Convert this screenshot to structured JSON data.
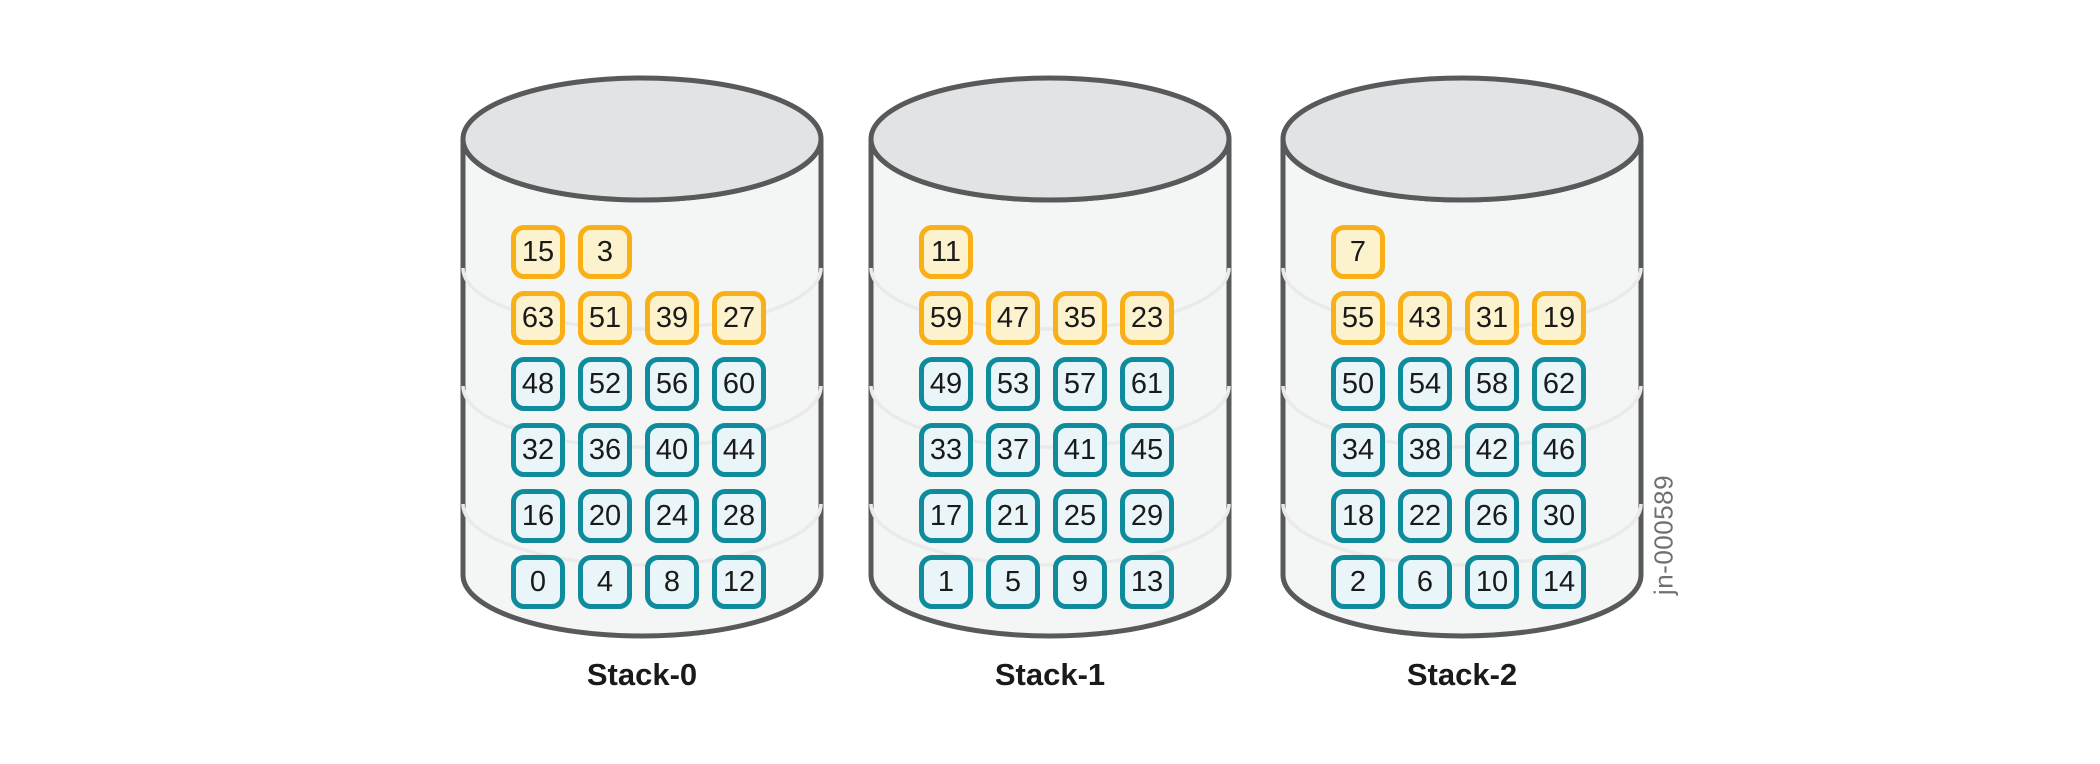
{
  "figure_code": "jn-000589",
  "colors": {
    "cylinder_stroke": "#58595b",
    "cylinder_top_fill": "#e2e3e4",
    "cylinder_body_fill": "#f4f5f5",
    "cylinder_inner_arc": "#eaeaeb",
    "yellow_cell_border": "#f9b017",
    "yellow_cell_fill": "#fcf3ce",
    "teal_cell_border": "#0e8c9d",
    "teal_cell_fill": "#e9f5f8"
  },
  "stacks": [
    {
      "label": "Stack-0",
      "rows": [
        {
          "color": "yellow",
          "cells": [
            "15",
            "3"
          ]
        },
        {
          "color": "yellow",
          "cells": [
            "63",
            "51",
            "39",
            "27"
          ]
        },
        {
          "color": "teal",
          "cells": [
            "48",
            "52",
            "56",
            "60"
          ]
        },
        {
          "color": "teal",
          "cells": [
            "32",
            "36",
            "40",
            "44"
          ]
        },
        {
          "color": "teal",
          "cells": [
            "16",
            "20",
            "24",
            "28"
          ]
        },
        {
          "color": "teal",
          "cells": [
            "0",
            "4",
            "8",
            "12"
          ]
        }
      ]
    },
    {
      "label": "Stack-1",
      "rows": [
        {
          "color": "yellow",
          "cells": [
            "11"
          ]
        },
        {
          "color": "yellow",
          "cells": [
            "59",
            "47",
            "35",
            "23"
          ]
        },
        {
          "color": "teal",
          "cells": [
            "49",
            "53",
            "57",
            "61"
          ]
        },
        {
          "color": "teal",
          "cells": [
            "33",
            "37",
            "41",
            "45"
          ]
        },
        {
          "color": "teal",
          "cells": [
            "17",
            "21",
            "25",
            "29"
          ]
        },
        {
          "color": "teal",
          "cells": [
            "1",
            "5",
            "9",
            "13"
          ]
        }
      ]
    },
    {
      "label": "Stack-2",
      "rows": [
        {
          "color": "yellow",
          "cells": [
            "7"
          ]
        },
        {
          "color": "yellow",
          "cells": [
            "55",
            "43",
            "31",
            "19"
          ]
        },
        {
          "color": "teal",
          "cells": [
            "50",
            "54",
            "58",
            "62"
          ]
        },
        {
          "color": "teal",
          "cells": [
            "34",
            "38",
            "42",
            "46"
          ]
        },
        {
          "color": "teal",
          "cells": [
            "18",
            "22",
            "26",
            "30"
          ]
        },
        {
          "color": "teal",
          "cells": [
            "2",
            "6",
            "10",
            "14"
          ]
        }
      ]
    }
  ]
}
